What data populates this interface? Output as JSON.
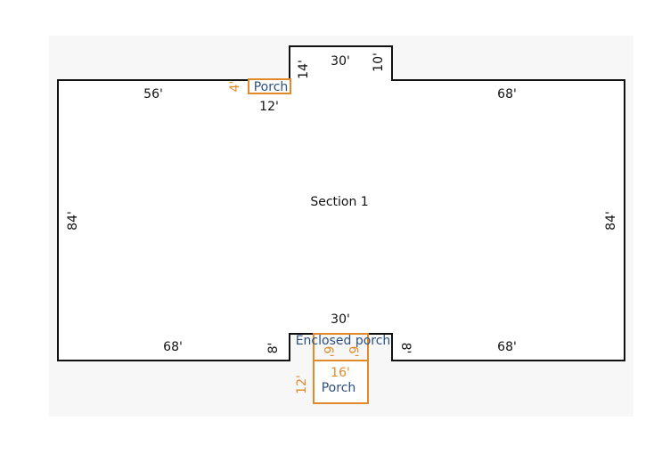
{
  "colors": {
    "wall": "#111111",
    "porch": "#e08a2a",
    "label": "#2b4f7a",
    "canvas": "#f7f7f7"
  },
  "main_section": {
    "label": "Section 1",
    "dims": {
      "top_left": "56'",
      "top_right": "68'",
      "bump_top": "30'",
      "bump_left": "14'",
      "bump_right": "10'",
      "left": "84'",
      "right": "84'",
      "bottom_left": "68'",
      "bottom_right": "68'",
      "notch_top": "30'",
      "notch_left": "8'",
      "notch_right": "8'"
    }
  },
  "top_porch": {
    "label": "Porch",
    "width": "12'",
    "depth": "4'"
  },
  "enclosed_porch": {
    "label": "Enclosed porch",
    "left": "6'",
    "right": "6'"
  },
  "bottom_porch": {
    "label": "Porch",
    "width": "16'",
    "depth": "12'"
  }
}
